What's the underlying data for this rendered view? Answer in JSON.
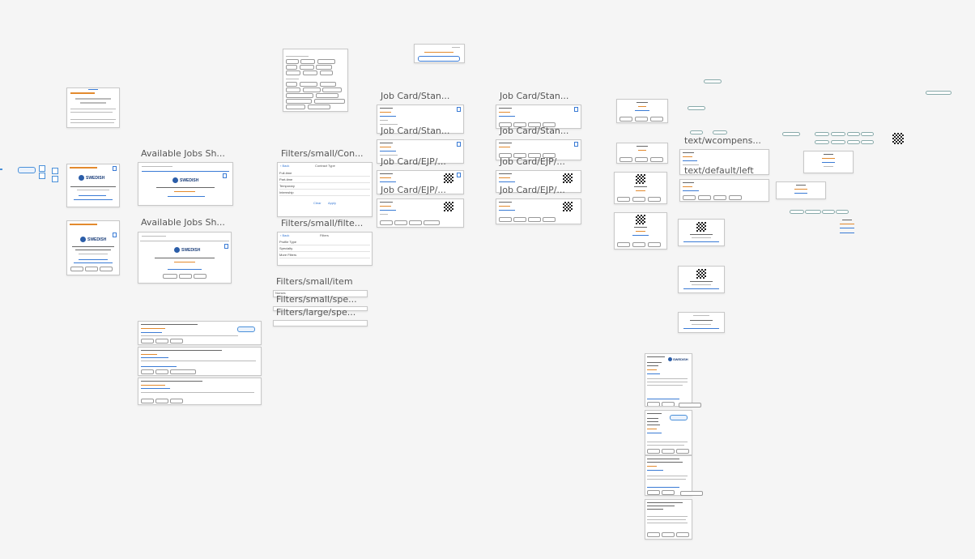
{
  "labels": {
    "available_jobs_1": "Available Jobs Sh...",
    "available_jobs_2": "Available Jobs Sh...",
    "filters_small_con": "Filters/small/Con...",
    "filters_small_filte": "Filters/small/filte...",
    "filters_small_item": "Filters/small/item",
    "filters_small_spe": "Filters/small/spe...",
    "filters_large_spe": "Filters/large/spe...",
    "job_card_stan_1": "Job Card/Stan...",
    "job_card_stan_2": "Job Card/Stan...",
    "job_card_ejp_1": "Job Card/EJP/...",
    "job_card_ejp_2": "Job Card/EJP/...",
    "job_card_stan_3": "Job Card/Stan...",
    "job_card_stan_4": "Job Card/Stan...",
    "job_card_ejp_3": "Job Card/EJP/...",
    "job_card_ejp_4": "Job Card/EJP/...",
    "text_wcompens": "text/wcompens...",
    "text_default_left": "text/default/left"
  },
  "brand": {
    "swedish": "SWEDISH"
  },
  "filters": {
    "back": "‹ Back",
    "filters": "Filters",
    "contract_type": "Contract Type",
    "items": [
      "Full-time",
      "Part-time",
      "Temporary",
      "Internship"
    ],
    "filter_rows": [
      "Profile Type",
      "Specialty",
      "More Filters"
    ],
    "clear": "Clear",
    "apply": "Apply",
    "item": "Nurses"
  },
  "colors": {
    "canvas": "#f5f5f5",
    "accent": "#3a7bd5",
    "orange": "#e38a2e"
  }
}
